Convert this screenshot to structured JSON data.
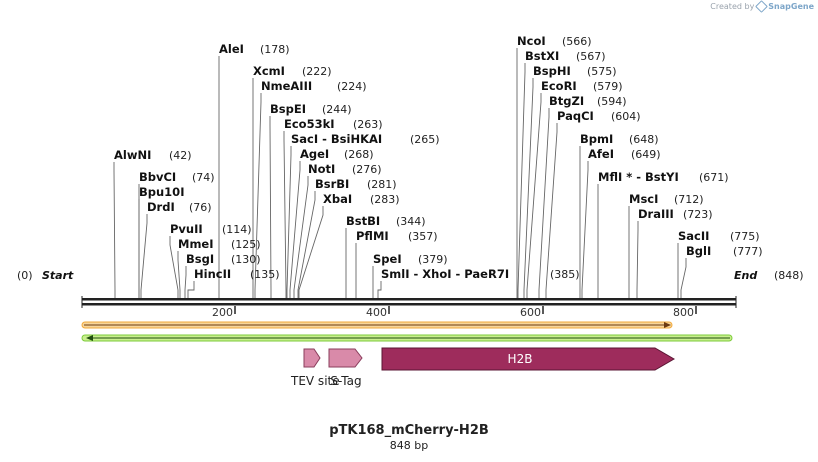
{
  "credit": {
    "prefix": "Created by",
    "brand": "SnapGene"
  },
  "map": {
    "name": "pTK168_mCherry-H2B",
    "length_label": "848 bp",
    "start_label": "Start",
    "end_label": "End",
    "start_pos": "(0)",
    "end_pos": "(848)",
    "ticks": [
      "200",
      "400",
      "600",
      "800"
    ]
  },
  "sites": [
    {
      "name": "AlwNI",
      "pos": "(42)"
    },
    {
      "name": "BbvCI",
      "pos": "(74)"
    },
    {
      "name": "Bpu10I",
      "pos": ""
    },
    {
      "name": "DrdI",
      "pos": "(76)"
    },
    {
      "name": "PvuII",
      "pos": "(114)"
    },
    {
      "name": "MmeI",
      "pos": "(125)"
    },
    {
      "name": "BsgI",
      "pos": "(130)"
    },
    {
      "name": "HincII",
      "pos": "(135)"
    },
    {
      "name": "AleI",
      "pos": "(178)"
    },
    {
      "name": "XcmI",
      "pos": "(222)"
    },
    {
      "name": "NmeAIII",
      "pos": "(224)"
    },
    {
      "name": "BspEI",
      "pos": "(244)"
    },
    {
      "name": "Eco53kI",
      "pos": "(263)"
    },
    {
      "name": "SacI  - BsiHKAI",
      "pos": "(265)"
    },
    {
      "name": "AgeI",
      "pos": "(268)"
    },
    {
      "name": "NotI",
      "pos": "(276)"
    },
    {
      "name": "BsrBI",
      "pos": "(281)"
    },
    {
      "name": "XbaI",
      "pos": "(283)"
    },
    {
      "name": "BstBI",
      "pos": "(344)"
    },
    {
      "name": "PflMI",
      "pos": "(357)"
    },
    {
      "name": "SpeI",
      "pos": "(379)"
    },
    {
      "name": "SmlI  - XhoI  - PaeR7I",
      "pos": "(385)"
    },
    {
      "name": "NcoI",
      "pos": "(566)"
    },
    {
      "name": "BstXI",
      "pos": "(567)"
    },
    {
      "name": "BspHI",
      "pos": "(575)"
    },
    {
      "name": "EcoRI",
      "pos": "(579)"
    },
    {
      "name": "BtgZI",
      "pos": "(594)"
    },
    {
      "name": "PaqCI",
      "pos": "(604)"
    },
    {
      "name": "BpmI",
      "pos": "(648)"
    },
    {
      "name": "AfeI",
      "pos": "(649)"
    },
    {
      "name": "MflI * - BstYI",
      "pos": "(671)"
    },
    {
      "name": "MscI",
      "pos": "(712)"
    },
    {
      "name": "DraIII",
      "pos": "(723)"
    },
    {
      "name": "SacII",
      "pos": "(775)"
    },
    {
      "name": "BglI",
      "pos": "(777)"
    }
  ],
  "features": [
    {
      "name": "TEV site",
      "color": "#d98aa9"
    },
    {
      "name": "S-Tag",
      "color": "#d98aa9"
    },
    {
      "name": "H2B",
      "color": "#9e2c5c"
    }
  ],
  "colors": {
    "orf_forward": "#f2a93b",
    "orf_reverse": "#7ccb3b"
  }
}
